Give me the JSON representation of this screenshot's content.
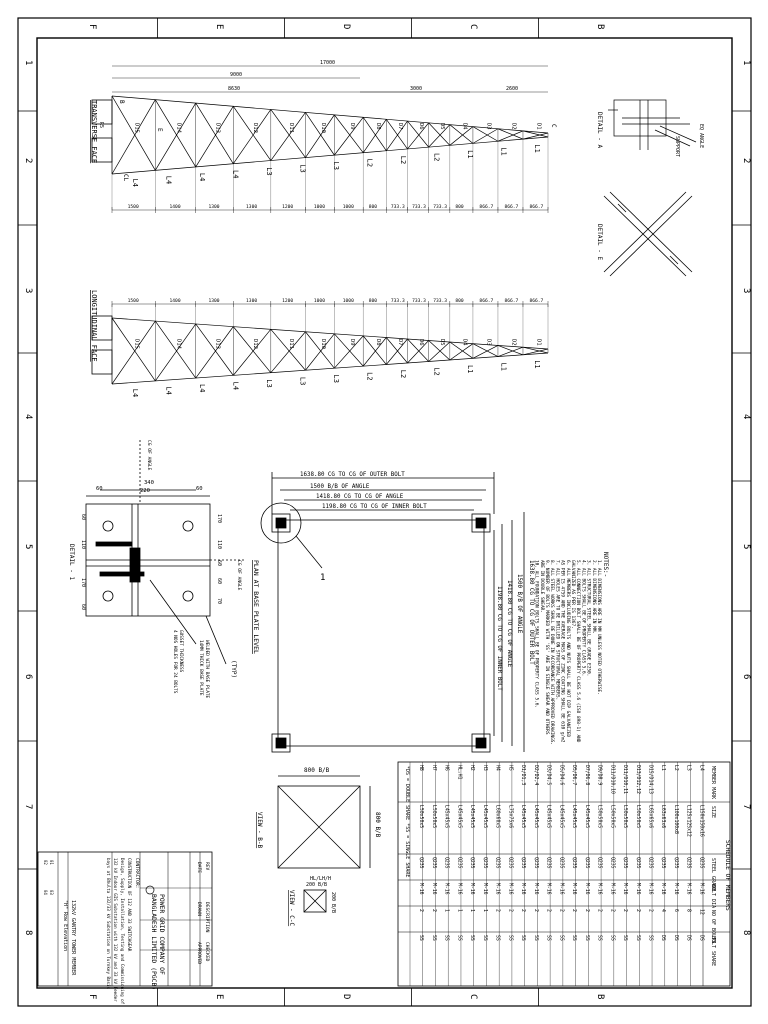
{
  "grid": {
    "top_letters": [
      "F",
      "E",
      "D",
      "C",
      "B"
    ],
    "side_numbers": [
      "1",
      "2",
      "3",
      "4",
      "5",
      "6",
      "7",
      "8"
    ]
  },
  "transverse": {
    "title": "TRANSVERSE FACE",
    "dims_top": [
      "17000",
      "9000",
      "8630",
      "3000",
      "2600"
    ],
    "segments": [
      "1500",
      "1400",
      "1300",
      "1300",
      "1200",
      "1000",
      "1000",
      "800",
      "733.3",
      "733.3",
      "733.3",
      "800",
      "866.7",
      "866.7",
      "866.7"
    ],
    "chord_labels": [
      "L4",
      "L4",
      "L4",
      "L4",
      "L3",
      "L3",
      "L3",
      "L2",
      "L2",
      "L2",
      "L1",
      "L1",
      "L1"
    ],
    "diag_labels": [
      "D15",
      "D14",
      "D13",
      "D12",
      "D11",
      "D10",
      "D9",
      "D8",
      "D7",
      "D6",
      "D5",
      "D4",
      "D3",
      "D2",
      "D1"
    ],
    "marks": [
      "B",
      "C",
      "CL",
      "R5",
      "E"
    ]
  },
  "longitudinal": {
    "title": "LONGITUDINAL FACE",
    "segments": [
      "1500",
      "1400",
      "1300",
      "1300",
      "1200",
      "1000",
      "1000",
      "800",
      "733.3",
      "733.3",
      "733.3",
      "800",
      "866.7",
      "866.7",
      "866.7"
    ],
    "chord_labels": [
      "L4",
      "L4",
      "L4",
      "L4",
      "L3",
      "L3",
      "L3",
      "L2",
      "L2",
      "L2",
      "L1",
      "L1",
      "L1"
    ],
    "diag_labels": [
      "D15",
      "D14",
      "D13",
      "D12",
      "D11",
      "D10",
      "D9",
      "D8",
      "D7",
      "D6",
      "D5",
      "D4",
      "D3",
      "D2",
      "D1"
    ]
  },
  "detail_a": {
    "label": "DETAIL - A",
    "text1": "SUPPORT",
    "text2": "EQ ANGLE"
  },
  "detail_e": {
    "label": "DETAIL - E"
  },
  "detail_1": {
    "label": "DETAIL - 1",
    "dims": [
      "340",
      "220",
      "60",
      "60",
      "170",
      "110",
      "60",
      "60",
      "110",
      "170",
      "60",
      "60",
      "70"
    ],
    "notes": [
      "CG OF ANGLE",
      "CG OF ANGLE",
      "4 NOS HOLES FOR 24 BOLTS",
      "GUSSET THICKNESS",
      "14MM THICK BASE PLATE",
      "WELDED WITH BASE PLATE",
      "(TYP)"
    ]
  },
  "plan": {
    "title": "PLAN AT BASE PLATE LEVEL",
    "dims_h": [
      "1638.80 CG TO CG OF OUTER BOLT",
      "1500 B/B OF ANGLE",
      "1418.80 CG TO CG OF ANGLE",
      "1198.80 CG TO CG OF INNER BOLT"
    ],
    "dims_v": [
      "1638.80 CG TO CG OF OUTER BOLT",
      "1500 B/B OF ANGLE",
      "1418.80 CG TO CG OF ANGLE",
      "1198.80 CG TO CG OF INNER BOLT"
    ],
    "callout": "1"
  },
  "notes": {
    "title": "NOTES:-",
    "lines": [
      "1. ALL DIMENSIONS ARE IN MM UNLESS NOTED OTHERWISE.",
      "2. ALL DIMENSIONS ARE IN MM.",
      "3. ALL STRUCTURAL STEEL SHALL BE GRADE E250.",
      "4. ALL BOLTS SHALL BE OF PROPERTY CLASS 5.6.",
      "5. ALL CONNECTION BOLT SHALL BE OF PROPERTY CLASS 5.6 (ISO 898-1) AND",
      "   GALVANIZED AS PER IS 1367.",
      "6. ALL MEMBERS INCLUDING BOLTS AND NUTS SHALL BE HOT DIP GALVANIZED",
      "   AS PER IS 4759 AND THE AVERAGE MASS OF ZINC COATING SHALL BE 610 g/m2",
      "7. ALL HOLES ARE TO BE DRILLED ON STRUCTURAL MEMBERS.",
      "8. ALL STEEL WORKS SHALL BE DONE IN ACCORDANCE WITH APPROVED DRAWINGS.",
      "9. NUMBER OF BOLTS MARKED WITH 'SS' ARE IN SINGLE SHEAR AND OTHERS",
      "   ARE IN DOUBLE SHEAR.",
      "10. ALL FOUNDATION BOLTS SHALL BE OF PROPERTY CLASS 5.6."
    ]
  },
  "view_bb": {
    "label": "VIEW - B-B",
    "dim_h": "800 B/B",
    "dim_v": "800 B/B",
    "note": "HL/LH/H"
  },
  "view_cc": {
    "label": "VIEW - C-C",
    "dim_h": "200 B/B",
    "dim_v": "200 B/B"
  },
  "schedule": {
    "title": "SCHEDULE OF MEMBERS",
    "headers": [
      "MEMBER MARK",
      "SIZE",
      "STEEL GRADE",
      "BOLT DIA",
      "NO OF BOLTS",
      "BOLT SHARE"
    ],
    "rows": [
      [
        "L4",
        "L150x150x16",
        "Q235",
        "M-16",
        "12",
        "DS"
      ],
      [
        "L3",
        "L125x125x12",
        "Q235",
        "M-16",
        "8",
        "DS"
      ],
      [
        "L2",
        "L100x100x8",
        "Q235",
        "M-16",
        "6",
        "DS"
      ],
      [
        "L1",
        "L63x63x6",
        "Q235",
        "M-16",
        "4",
        "DS"
      ],
      [
        "D15/D14,13",
        "L65x65x6",
        "Q235",
        "M-16",
        "2",
        "SS"
      ],
      [
        "D13/D12,12",
        "L50x50x5",
        "Q235",
        "M-16",
        "2",
        "SS"
      ],
      [
        "D11/D10,11",
        "L50x50x5",
        "Q235",
        "M-16",
        "2",
        "SS"
      ],
      [
        "D11/D10,10",
        "L50x50x5",
        "Q235",
        "M-16",
        "2",
        "SS"
      ],
      [
        "D9/D8,9",
        "L50x50x5",
        "Q235",
        "M-16",
        "2",
        "SS"
      ],
      [
        "D7/D6,8",
        "L45x45x5",
        "Q235",
        "M-16",
        "2",
        "SS"
      ],
      [
        "D5/D6,7",
        "L45x45x5",
        "Q235",
        "M-16",
        "2",
        "SS"
      ],
      [
        "D5/D4,6",
        "L45x45x5",
        "Q235",
        "M-16",
        "2",
        "SS"
      ],
      [
        "D3/D4,5",
        "L45x45x5",
        "Q235",
        "M-16",
        "2",
        "SS"
      ],
      [
        "D2/D2,4",
        "L45x45x5",
        "Q235",
        "M-16",
        "2",
        "SS"
      ],
      [
        "D1/D1,3",
        "L45x45x5",
        "Q235",
        "M-16",
        "2",
        "SS"
      ],
      [
        "H5",
        "L75x75x6",
        "Q235",
        "M-16",
        "2",
        "SS"
      ],
      [
        "H4",
        "L60x60x5",
        "Q235",
        "M-16",
        "2",
        "SS"
      ],
      [
        "H3",
        "L45x45x5",
        "Q235",
        "M-16",
        "1",
        "SS"
      ],
      [
        "H2",
        "L45x45x5",
        "Q235",
        "M-16",
        "1",
        "SS"
      ],
      [
        "HL,H1",
        "L45x45x5",
        "Q235",
        "M-16",
        "1",
        "SS"
      ],
      [
        "H6",
        "L45x45x5",
        "Q235",
        "M-16",
        "1",
        "SS"
      ],
      [
        "H7",
        "L50x50x5",
        "Q235",
        "M-16",
        "2",
        "SS"
      ],
      [
        "H8",
        "L50x50x5",
        "Q235",
        "M-16",
        "2",
        "SS"
      ]
    ],
    "footnote": "*DS = DOUBLE SHARE    *SS = SINGLE SHARE"
  },
  "title_block": {
    "company_line1": "POWER GRID COMPANY OF",
    "company_line2": "BANGLADESH LIMITED (PGCB)",
    "project_label": "CONTRACTOR:",
    "project_lines": [
      "CONSTRUCTION OF 132 AND 33 SWITCHGEAR",
      "Design, Supply, Installation, Testing and Commissioning of",
      "132 kV Indoor GIS Substation with 132 kV and 33 kV Feeder",
      "bays at Bhulta 132/33 kV Substation on Turnkey Basis"
    ],
    "drawing_title": "132kV GANTRY TOWER MEMBER",
    "drawing_sub": "\"H\" Row Elevation",
    "rows": [
      "REV",
      "DATE",
      "DESCRIPTION",
      "DRAWN",
      "CHECKED",
      "APPROVED"
    ],
    "row_prefix": [
      "01",
      "02",
      "03",
      "04"
    ]
  }
}
